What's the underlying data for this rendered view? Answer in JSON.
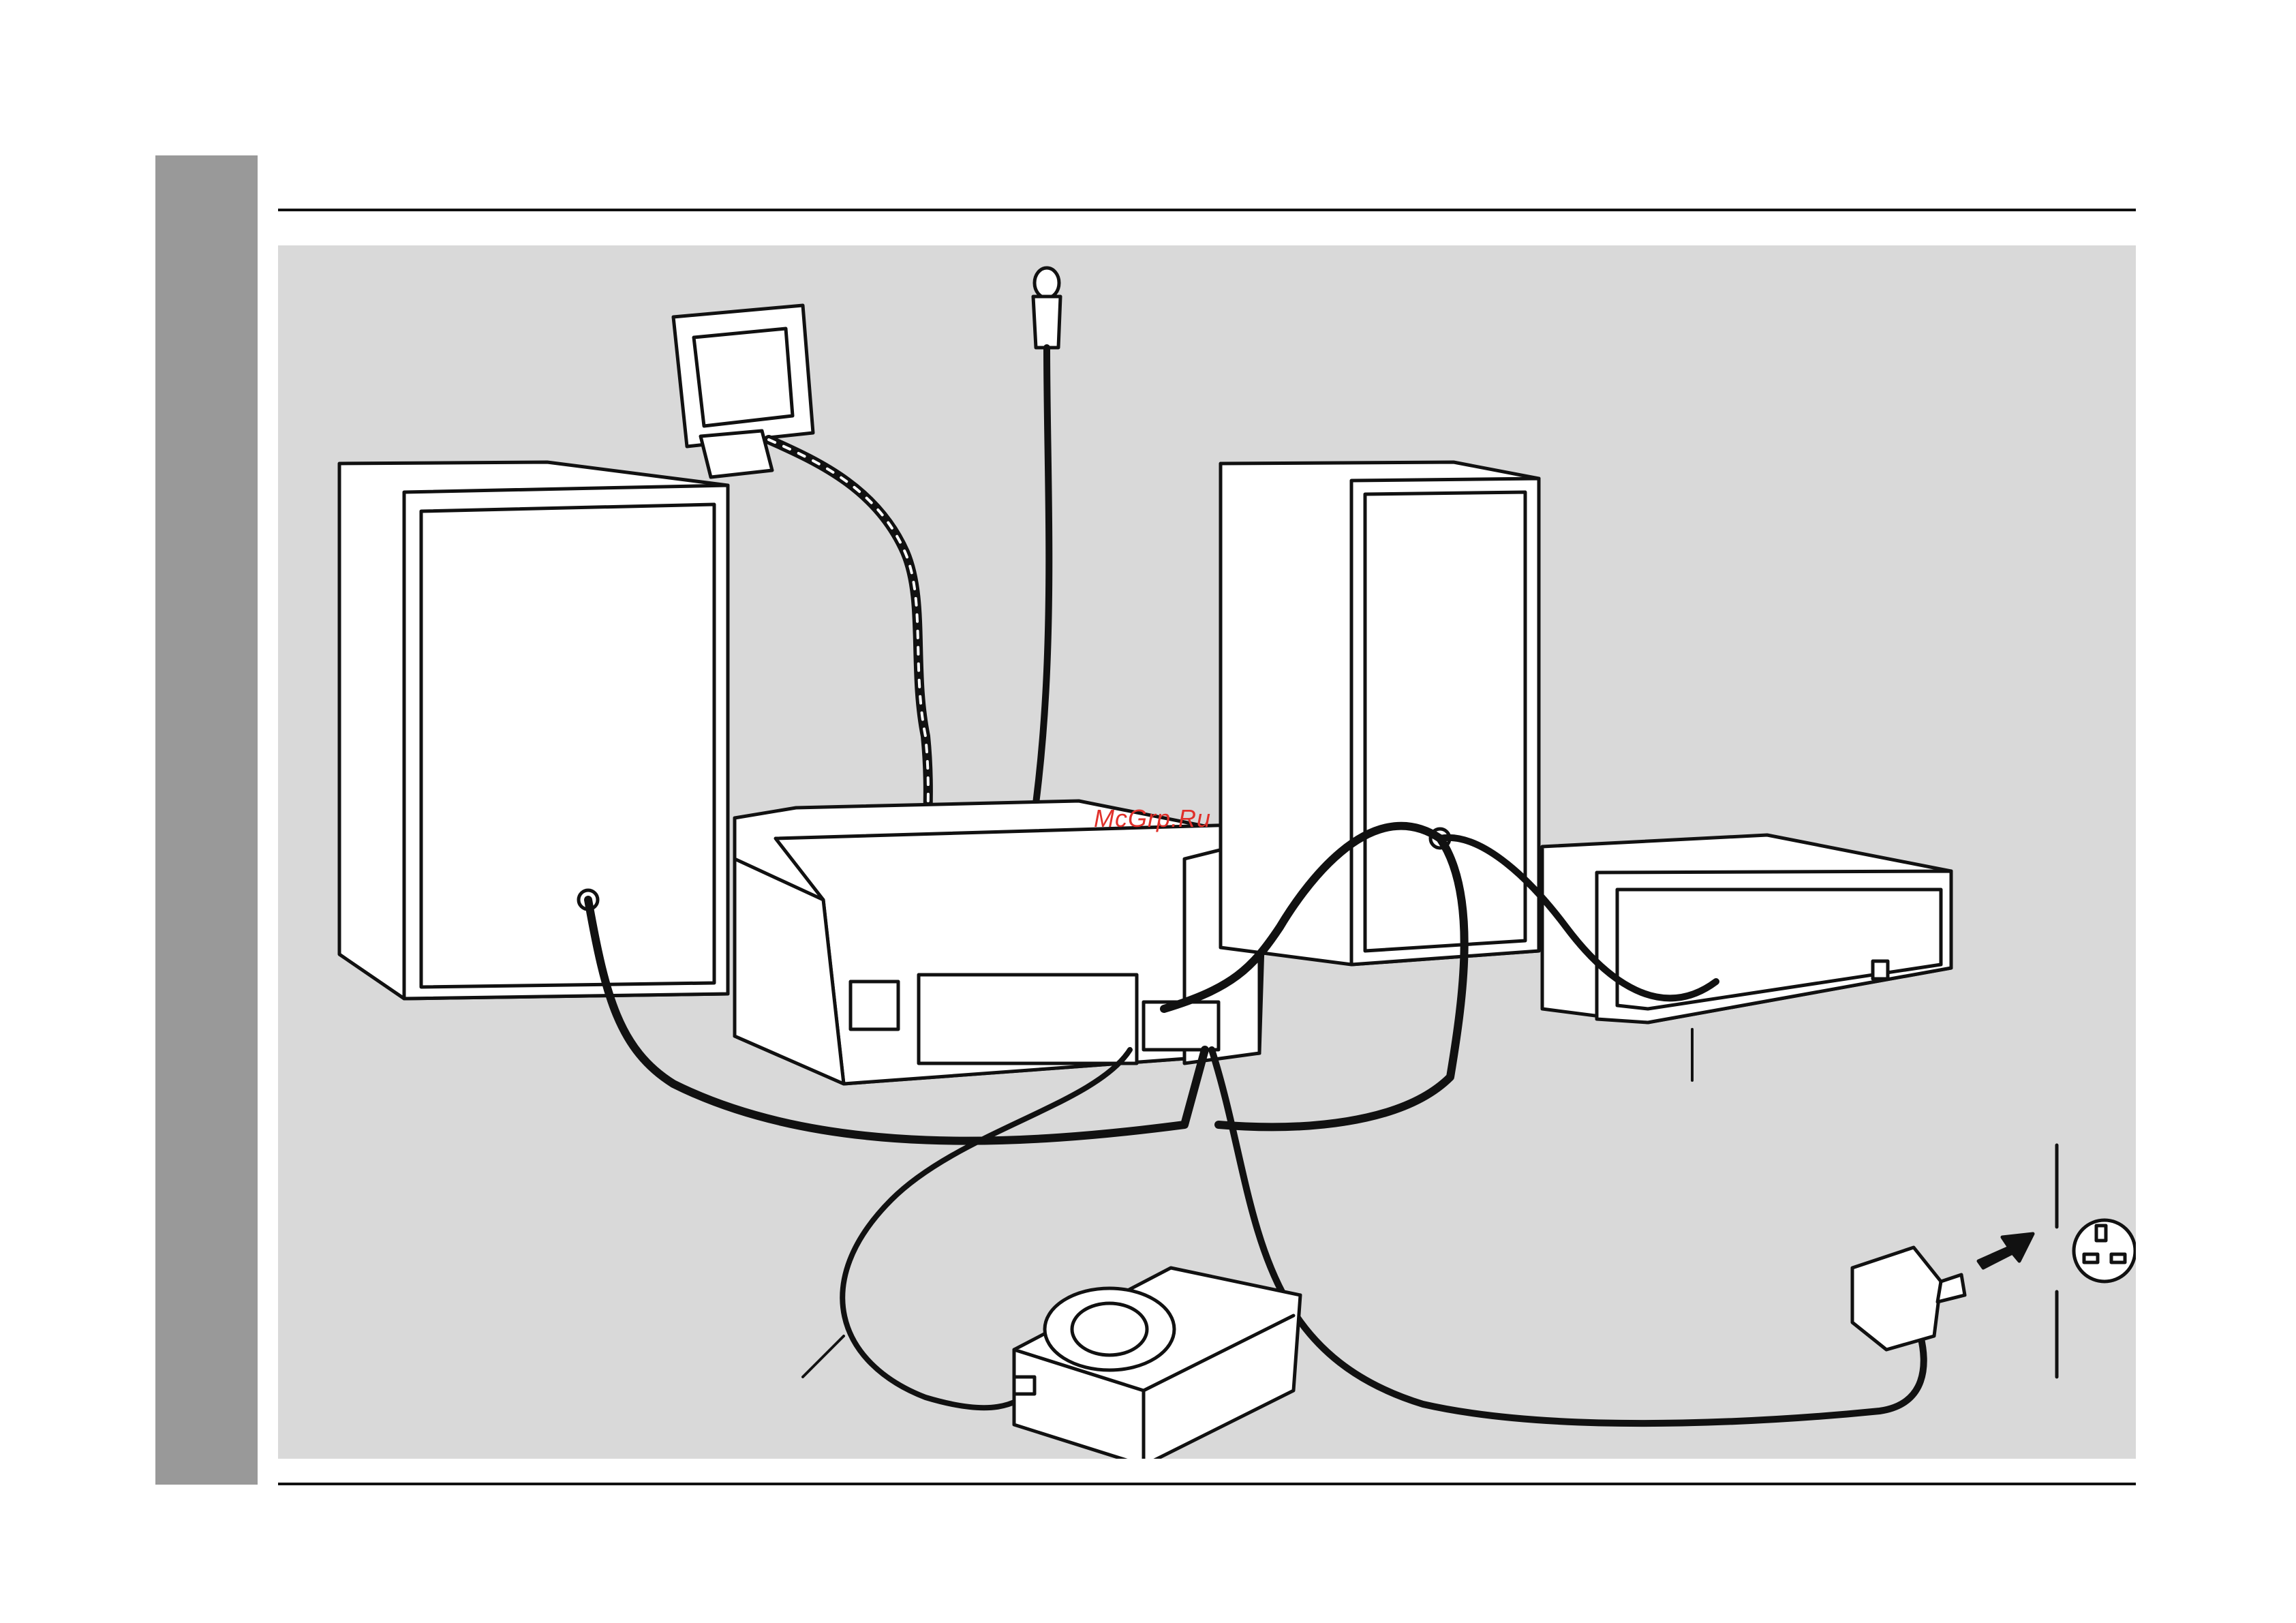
{
  "page": {
    "watermark": "McGrp.Ru"
  },
  "figure": {
    "components": [
      "am-loop-antenna",
      "fm-wire-antenna",
      "left-speaker",
      "right-speaker",
      "main-unit",
      "subwoofer",
      "minidisc-player",
      "optical-cable",
      "ac-power-plug",
      "wall-socket"
    ],
    "colors": {
      "panel": "#d9d9d9",
      "side_tab": "#999999",
      "line": "#111111",
      "fill": "#ffffff",
      "watermark": "#e0302a"
    }
  }
}
